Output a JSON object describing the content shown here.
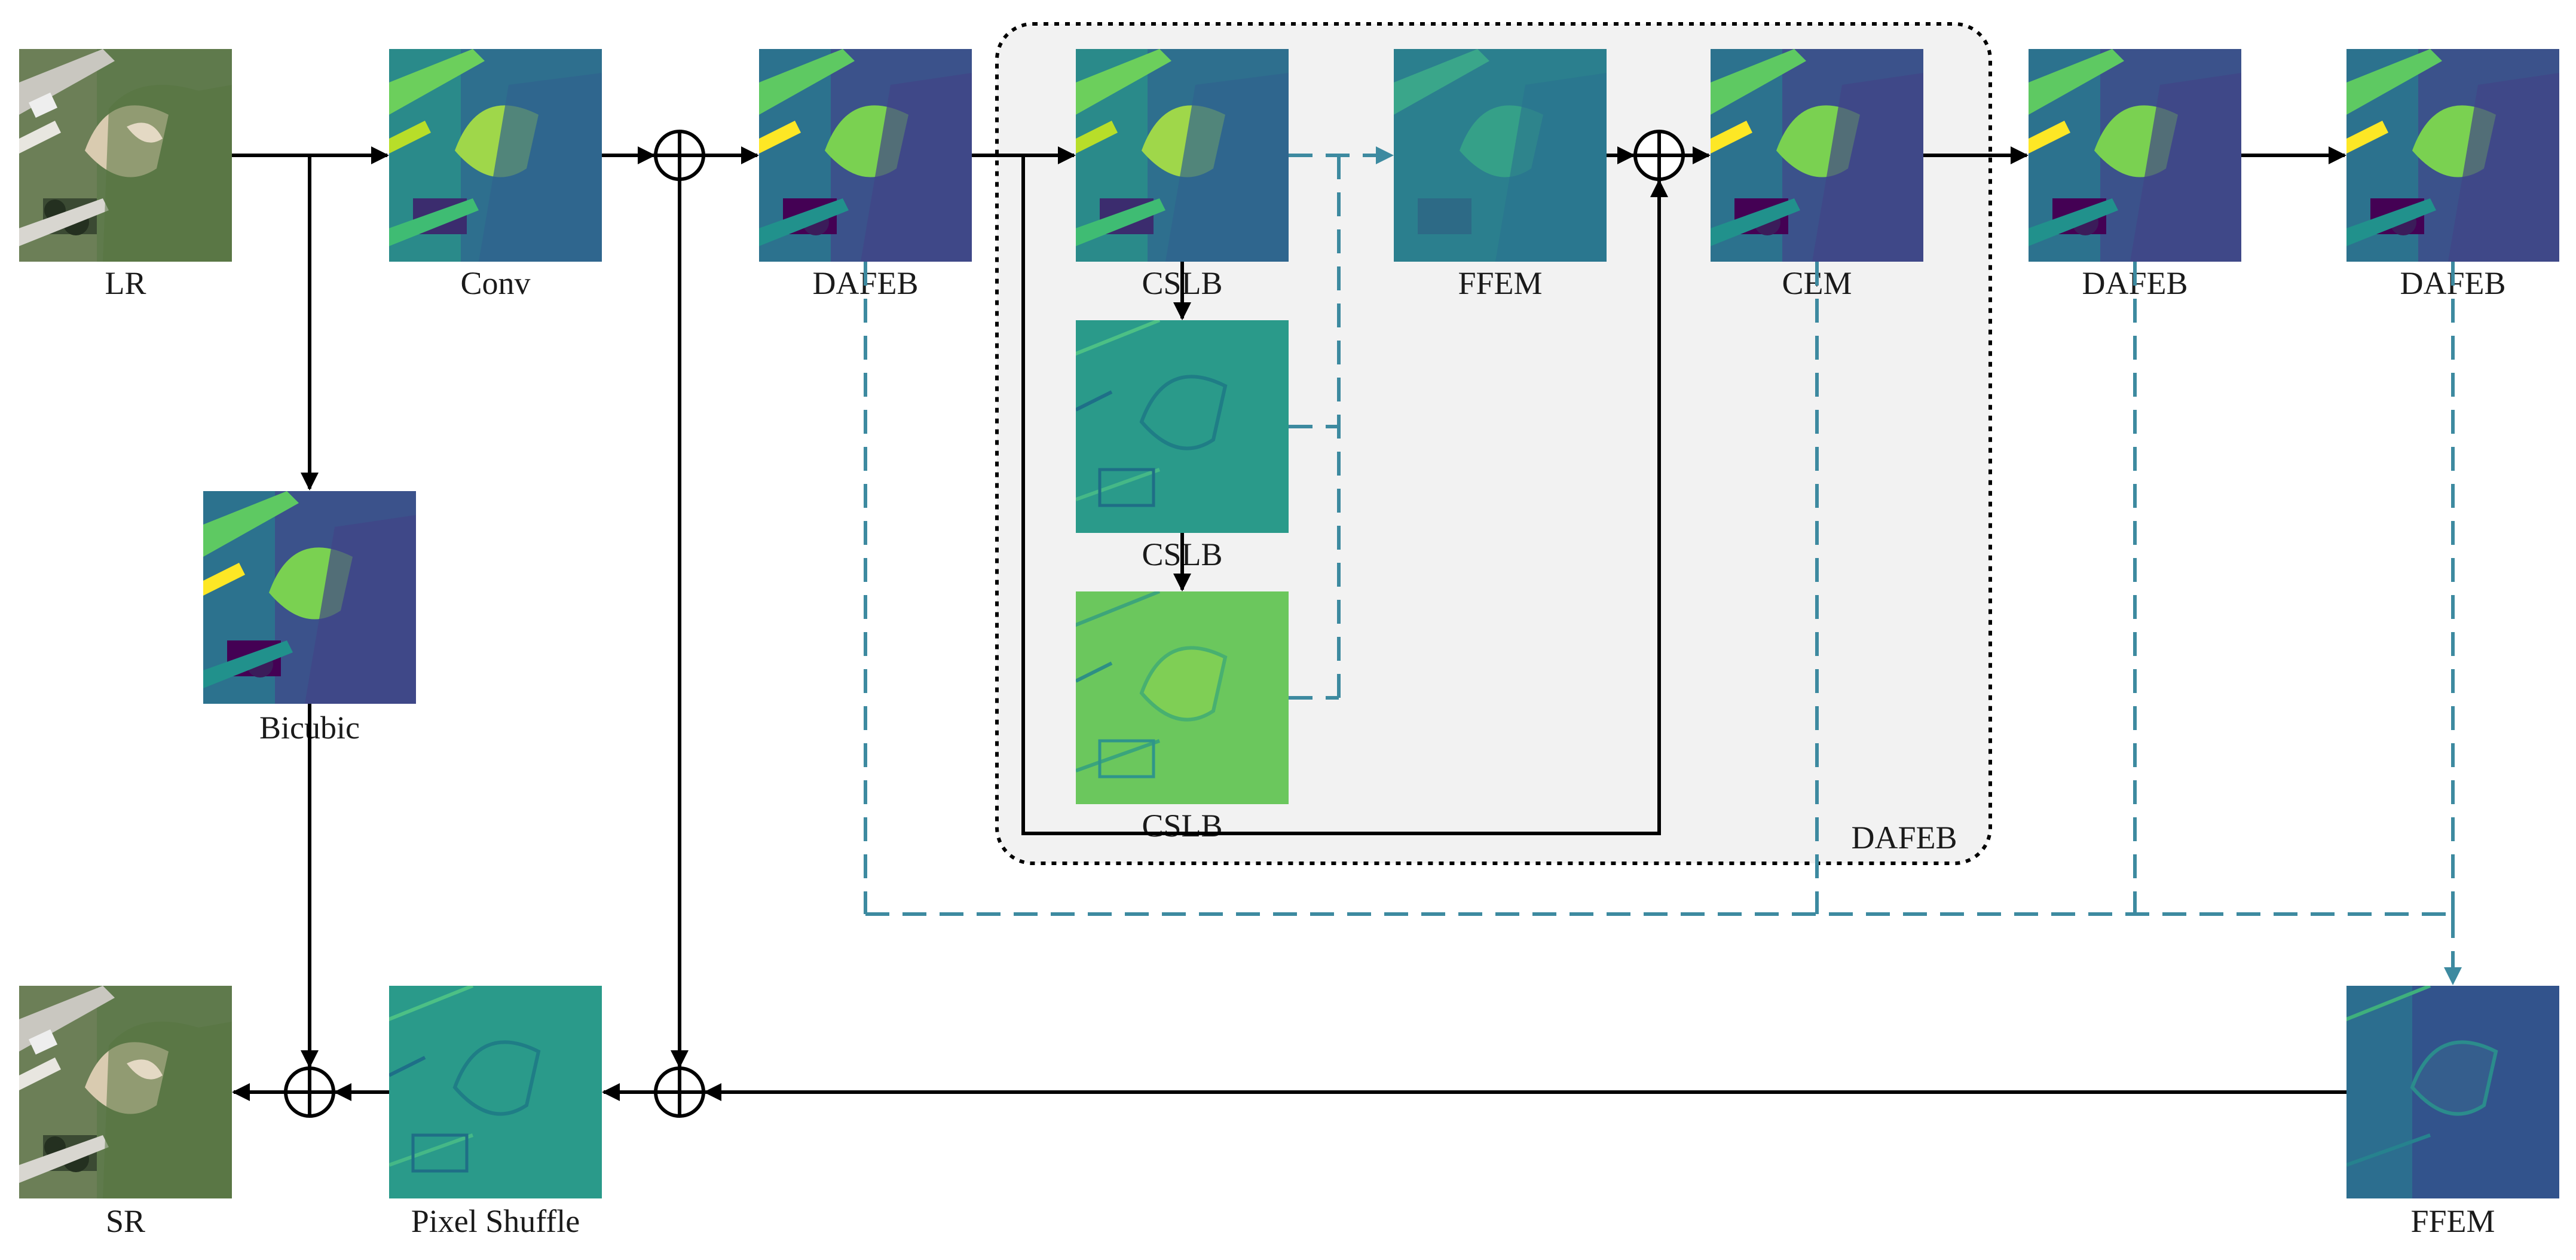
{
  "labels": {
    "lr": "LR",
    "conv": "Conv",
    "dafeb_1": "DAFEB",
    "cslb_1": "CSLB",
    "ffem_inner": "FFEM",
    "cem": "CEM",
    "dafeb_2": "DAFEB",
    "dafeb_3": "DAFEB",
    "bicubic": "Bicubic",
    "cslb_2": "CSLB",
    "cslb_3": "CSLB",
    "dafeb_group": "DAFEB",
    "sr": "SR",
    "pixel_shuffle": "Pixel Shuffle",
    "ffem_final": "FFEM"
  },
  "colors": {
    "solid_arrow": "#000000",
    "dashed_arrow": "#3d8aa0",
    "group_fill": "#f2f2f2"
  },
  "node_styles": {
    "lr": "rgb",
    "conv": "featuremap-bright",
    "dafeb_1": "featuremap",
    "cslb_1": "featuremap-bright",
    "ffem_inner": "featuremap-flat",
    "cem": "featuremap",
    "dafeb_2": "featuremap",
    "dafeb_3": "featuremap",
    "bicubic": "featuremap",
    "cslb_2": "edge-flat",
    "cslb_3": "edge-bright",
    "sr": "rgb",
    "pixel_shuffle": "edge-flat",
    "ffem_final": "edge-dark"
  }
}
